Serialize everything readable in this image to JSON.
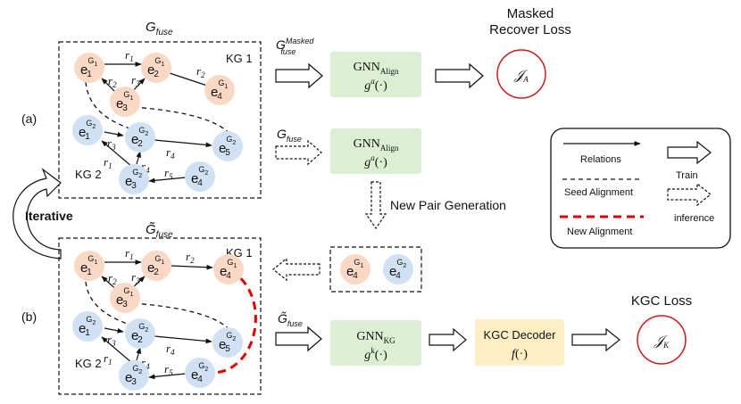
{
  "titles": {
    "gfuse_top": "G",
    "gfuse_top_sub": "fuse",
    "gfuse_bottom": "G̃",
    "gfuse_bottom_sub": "fuse",
    "panel_a": "(a)",
    "panel_b": "(b)",
    "iterative": "Iterative"
  },
  "kg_labels": {
    "kg1": "KG 1",
    "kg2": "KG 2"
  },
  "relations": [
    "r1",
    "r2",
    "r3",
    "r4",
    "r5"
  ],
  "relation_symbols": {
    "r": "r",
    "i1": "1",
    "i2": "2",
    "i3": "3",
    "i4": "4",
    "i5": "5"
  },
  "entity": {
    "e": "e",
    "g1": "G",
    "g1_sub": "1",
    "g2_sub": "2",
    "i1": "1",
    "i2": "2",
    "i3": "3",
    "i4": "4",
    "i5": "5"
  },
  "flow": {
    "masked_input_main": "G",
    "masked_input_sup": "Masked",
    "masked_input_sub": "fuse",
    "plain_input_main": "G",
    "plain_input_sub": "fuse",
    "tilde_input_main": "G̃",
    "tilde_input_sub": "fuse",
    "gnn_align": "GNN",
    "gnn_align_sub": "Align",
    "gnn_align_fn": "g",
    "gnn_align_fn_sup": "a",
    "gnn_kg": "GNN",
    "gnn_kg_sub": "KG",
    "gnn_kg_fn": "g",
    "gnn_kg_fn_sup": "k",
    "fn_args": "(·)",
    "new_pair_generation": "New Pair Generation",
    "kgc_decoder": "KGC Decoder",
    "kgc_decoder_fn": "f",
    "masked_loss_line1": "Masked",
    "masked_loss_line2": "Recover Loss",
    "masked_loss_symbol": "𝒥",
    "masked_loss_sub": "A",
    "kgc_loss": "KGC Loss",
    "kgc_loss_symbol": "𝒥",
    "kgc_loss_sub": "K"
  },
  "legend": {
    "relations": "Relations",
    "train": "Train",
    "seed_alignment": "Seed Alignment",
    "inference": "inference",
    "new_alignment": "New Alignment"
  },
  "colors": {
    "kg1_node": "#f9d9c6",
    "kg2_node": "#cfe1f3",
    "gnn_box": "#dcefd3",
    "decoder_box": "#fdeec3",
    "new_alignment": "#e00000",
    "loss_circle": "#c81e1e"
  }
}
